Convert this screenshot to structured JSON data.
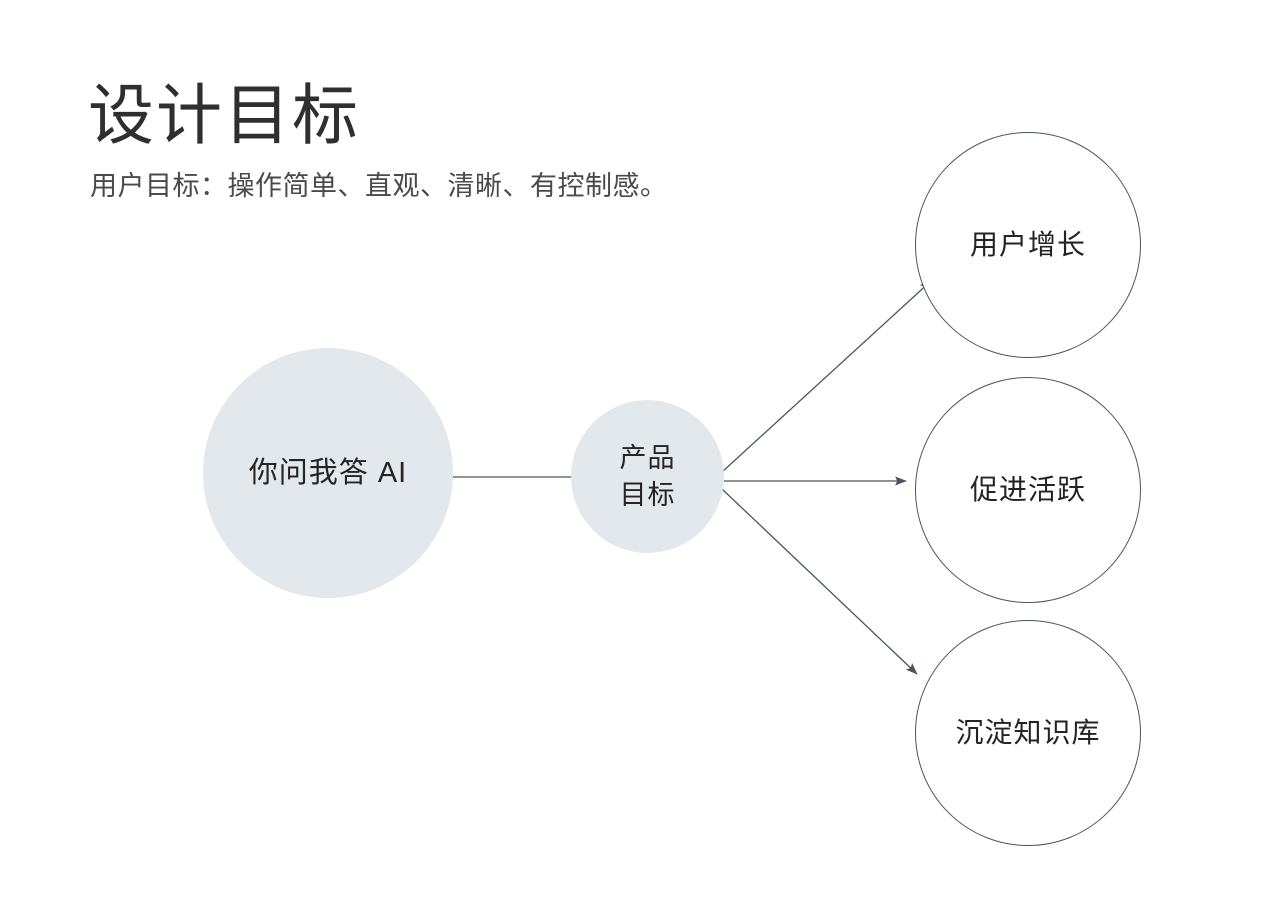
{
  "header": {
    "title": "设计目标",
    "subtitle": "用户目标：操作简单、直观、清晰、有控制感。"
  },
  "colors": {
    "node_fill": "#e3e8ec",
    "node_stroke": "#4d5560",
    "edge": "#4d5560",
    "title_text": "#2f2f2f",
    "body_text": "#242424",
    "background": "#ffffff"
  },
  "diagram": {
    "source_node": {
      "label": "你问我答 AI",
      "shape": "circle",
      "style": "filled"
    },
    "hub_node": {
      "label": "产品\n目标",
      "shape": "circle",
      "style": "filled"
    },
    "outcome_nodes": [
      {
        "label": "用户增长",
        "shape": "circle",
        "style": "outlined"
      },
      {
        "label": "促进活跃",
        "shape": "circle",
        "style": "outlined"
      },
      {
        "label": "沉淀知识库",
        "shape": "circle",
        "style": "outlined"
      }
    ],
    "edges": [
      {
        "from": "你问我答 AI",
        "to": "产品目标",
        "arrow": false
      },
      {
        "from": "产品目标",
        "to": "用户增长",
        "arrow": true
      },
      {
        "from": "产品目标",
        "to": "促进活跃",
        "arrow": true
      },
      {
        "from": "产品目标",
        "to": "沉淀知识库",
        "arrow": true
      }
    ]
  }
}
